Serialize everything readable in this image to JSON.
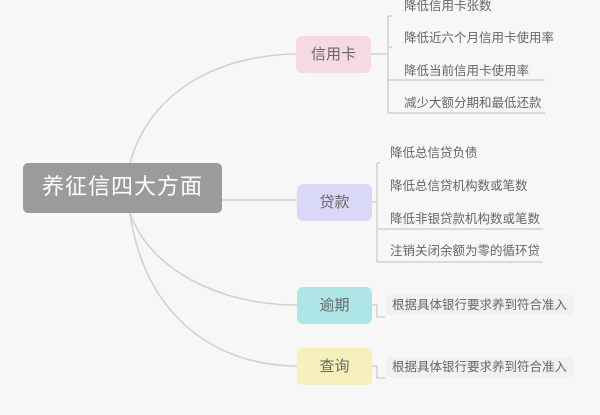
{
  "mindmap": {
    "root": {
      "label": "养征信四大方面",
      "color": "#9b9b9b"
    },
    "branches": [
      {
        "label": "信用卡",
        "color": "#f5dae5",
        "children": [
          {
            "label": "降低信用卡张数"
          },
          {
            "label": "降低近六个月信用卡使用率"
          },
          {
            "label": "降低当前信用卡使用率"
          },
          {
            "label": "减少大额分期和最低还款"
          }
        ]
      },
      {
        "label": "贷款",
        "color": "#d9d9f7",
        "children": [
          {
            "label": "降低总信贷负债"
          },
          {
            "label": "降低总信贷机构数或笔数"
          },
          {
            "label": "降低非银贷款机构数或笔数"
          },
          {
            "label": "注销关闭余额为零的循环贷"
          }
        ]
      },
      {
        "label": "逾期",
        "color": "#aee6e8",
        "children": [
          {
            "label": "根据具体银行要求养到符合准入"
          }
        ]
      },
      {
        "label": "查询",
        "color": "#f5f0bc",
        "children": [
          {
            "label": "根据具体银行要求养到符合准入"
          }
        ]
      }
    ]
  }
}
